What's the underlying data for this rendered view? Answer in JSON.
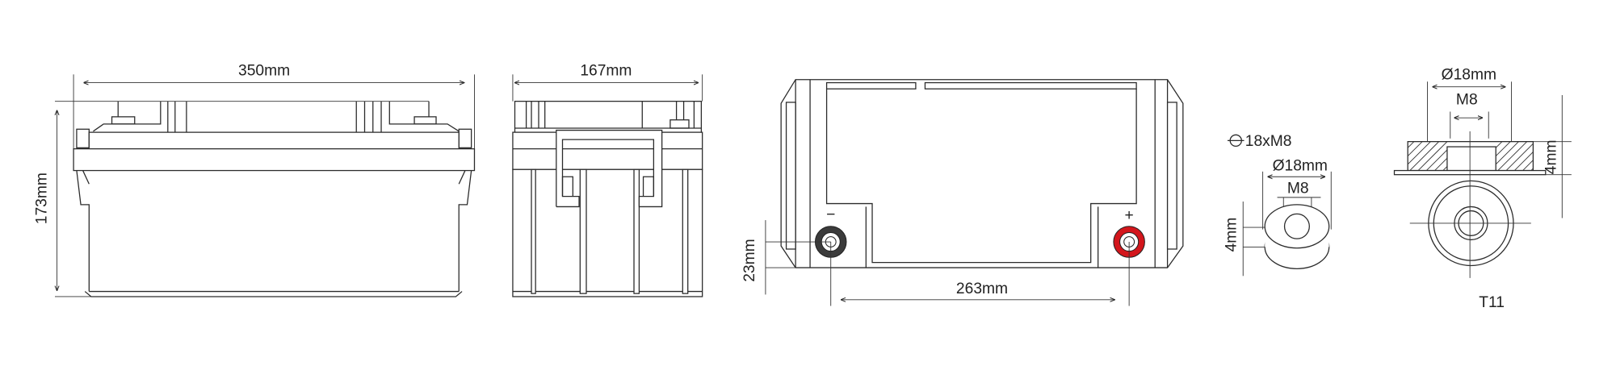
{
  "colors": {
    "positive_terminal": "#d3161c",
    "negative_terminal": "#3b3b3b",
    "line": "#2b2b2b"
  },
  "front_view": {
    "width_label": "350mm",
    "height_label": "173mm"
  },
  "side_view": {
    "depth_label": "167mm"
  },
  "top_view": {
    "terminal_spacing_label": "263mm",
    "terminal_height_label": "23mm",
    "negative_symbol": "−",
    "positive_symbol": "+"
  },
  "terminal_detail": {
    "spec_label": "18xM8",
    "diameter_label": "Ø18mm",
    "thread_label": "M8",
    "thickness_label": "4mm"
  },
  "t11_detail": {
    "diameter_label": "Ø18mm",
    "thread_label": "M8",
    "thickness_label": "4mm",
    "type_label": "T11"
  }
}
